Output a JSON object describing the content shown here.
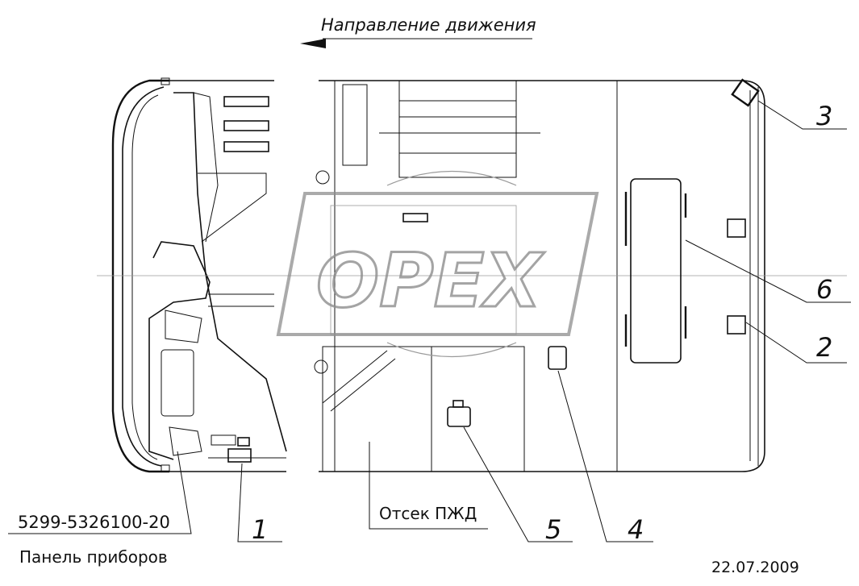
{
  "header": {
    "direction_label": "Направление движения"
  },
  "watermark": {
    "text": "OPEX"
  },
  "callouts": [
    {
      "number": "1"
    },
    {
      "number": "2"
    },
    {
      "number": "3"
    },
    {
      "number": "4"
    },
    {
      "number": "5"
    },
    {
      "number": "6"
    }
  ],
  "annotations": {
    "part_number": "5299-5326100-20",
    "panel_name": "Панель приборов",
    "compartment": "Отсек ПЖД"
  },
  "footer": {
    "date": "22.07.2009"
  },
  "colors": {
    "ink": "#111111",
    "watermark": "#8e8e8e",
    "background": "#ffffff"
  }
}
